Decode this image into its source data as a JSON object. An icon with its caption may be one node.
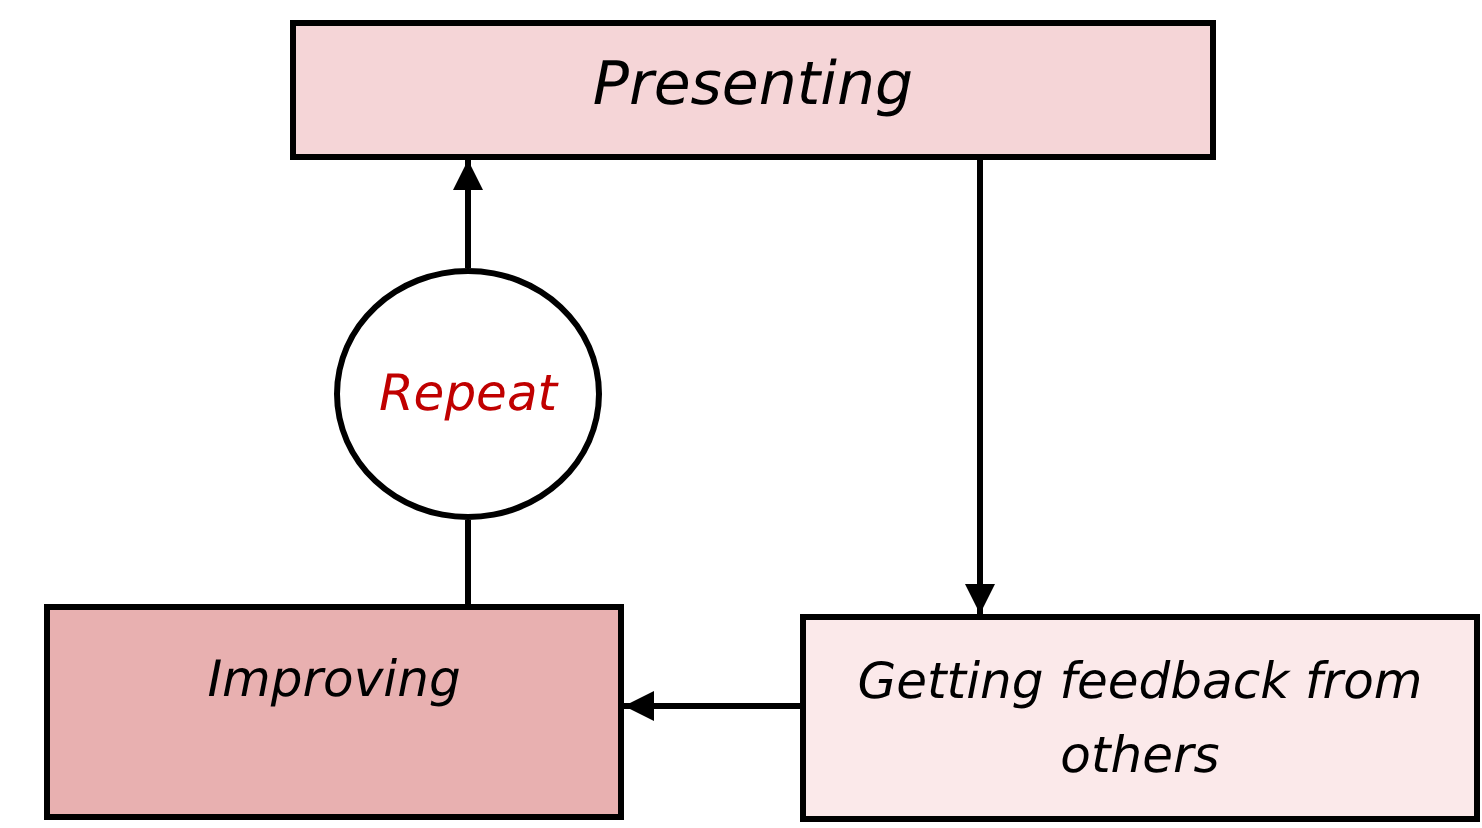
{
  "diagram": {
    "nodes": [
      {
        "text": [
          "Presenting"
        ]
      },
      {
        "text": [
          "Repeat"
        ]
      },
      {
        "text": [
          "Improving"
        ]
      },
      {
        "text": [
          "Getting feedback from others"
        ]
      }
    ],
    "edges": [
      {
        "from": 0,
        "to": 3,
        "arrow": "to"
      },
      {
        "from": 3,
        "to": 2,
        "arrow": "to"
      },
      {
        "from": 2,
        "to": 1,
        "arrow": "none"
      },
      {
        "from": 1,
        "to": 0,
        "arrow": "to"
      }
    ]
  }
}
